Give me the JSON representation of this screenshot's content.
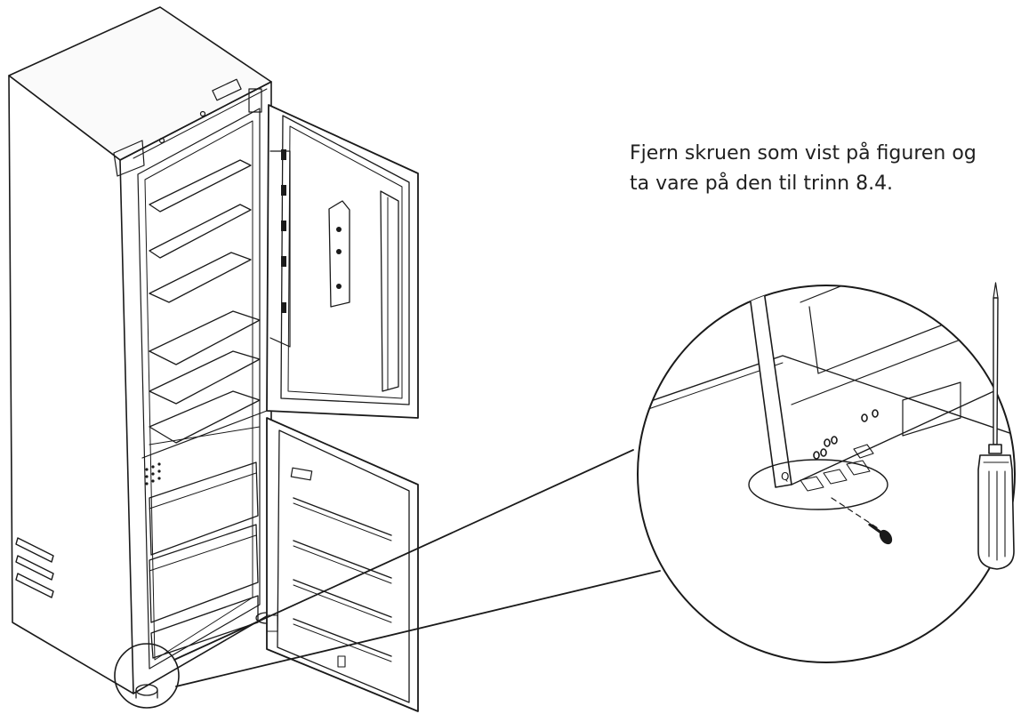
{
  "instruction": {
    "line1": "Fjern skruen som vist på figuren og",
    "line2": "ta vare på den til trinn 8.4."
  },
  "illustration": {
    "subject": "fridge-freezer-open-doors",
    "detail": "hinge-screw-removal",
    "tool": "screwdriver-icon",
    "line_color": "#1a1a1a",
    "background": "#ffffff"
  }
}
